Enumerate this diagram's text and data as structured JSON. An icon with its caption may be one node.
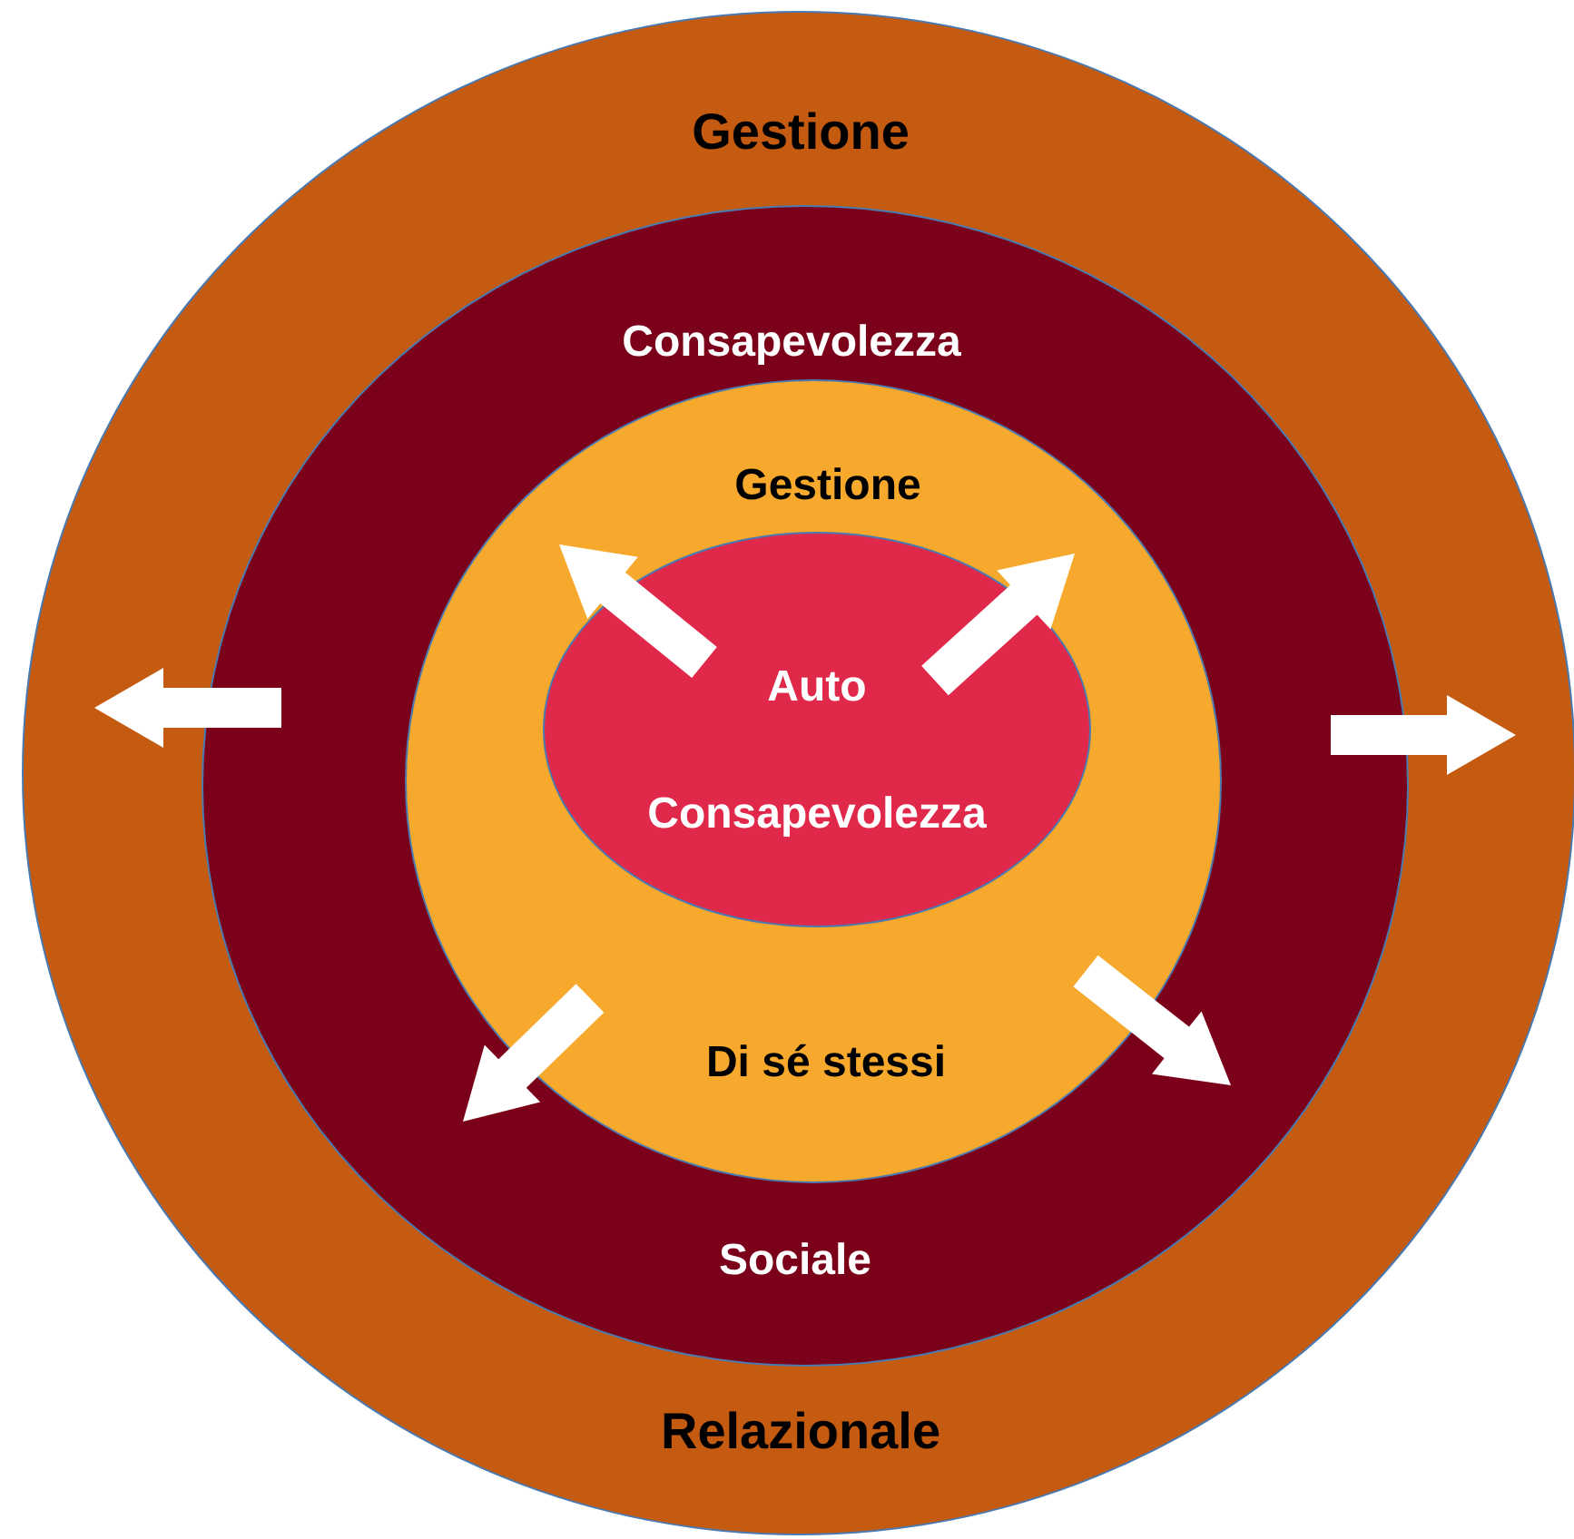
{
  "diagram": {
    "nodes": [
      {
        "text": [
          "Gestione",
          "Relazionale"
        ]
      },
      {
        "text": [
          "Consapevolezza",
          "Sociale"
        ],
        "in": 0
      },
      {
        "text": [
          "Gestione",
          "Di sé stessi"
        ],
        "in": 1
      },
      {
        "text": [
          "Auto Consapevolezza"
        ],
        "in": 2
      }
    ]
  }
}
